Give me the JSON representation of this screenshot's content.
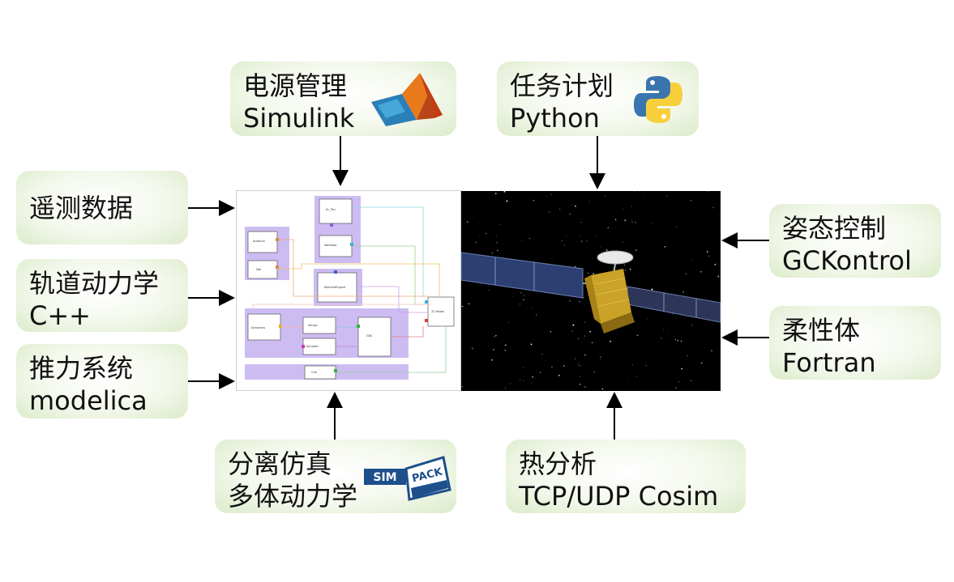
{
  "modules": {
    "power": {
      "line1": "电源管理",
      "line2": "Simulink"
    },
    "mission": {
      "line1": "任务计划",
      "line2": "Python"
    },
    "telemetry": {
      "line1": "遥测数据"
    },
    "orbit": {
      "line1": "轨道动力学",
      "line2": "C++"
    },
    "propulsion": {
      "line1": "推力系统",
      "line2": "modelica"
    },
    "attitude": {
      "line1": "姿态控制",
      "line2": "GCKontrol"
    },
    "flexible": {
      "line1": "柔性体",
      "line2": "Fortran"
    },
    "separation": {
      "line1": "分离仿真",
      "line2": "多体动力学"
    },
    "thermal": {
      "line1": "热分析",
      "line2": "TCP/UDP Cosim"
    }
  },
  "logos": {
    "simulink": "matlab-membrane-logo",
    "python": "python-logo",
    "simpack": {
      "left": "SIM",
      "right": "PACK"
    }
  },
  "colors": {
    "box_fill": "#dcebc9",
    "block_group": "#cdbcf2",
    "space": "#000000"
  }
}
